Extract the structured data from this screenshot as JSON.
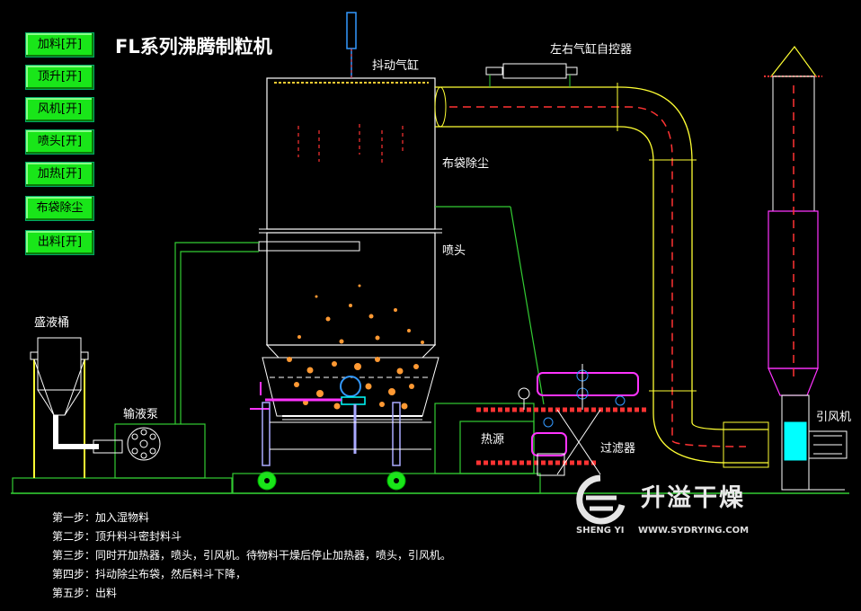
{
  "title": "FL系列沸腾制粒机",
  "controls": [
    {
      "label": "加料[开]"
    },
    {
      "label": "顶升[开]"
    },
    {
      "label": "风机[开]"
    },
    {
      "label": "喷头[开]"
    },
    {
      "label": "加热[开]"
    },
    {
      "label": "布袋除尘"
    },
    {
      "label": "出料[开]"
    }
  ],
  "labels": {
    "shake_cylinder": "抖动气缸",
    "lr_cylinder": "左右气缸自控器",
    "bag_filter": "布袋除尘",
    "nozzle": "喷头",
    "liquid_tank": "盛液桶",
    "pump": "输液泵",
    "heat_source": "热源",
    "filter": "过滤器",
    "fan": "引风机"
  },
  "steps": [
    "第一步：加入湿物料",
    "第二步：顶升料斗密封料斗",
    "第三步：同时开加热器，喷头，引风机。待物料干燥后停止加热器，喷头，引风机。",
    "第四步：抖动除尘布袋，然后料斗下降，",
    "第五步：出料"
  ],
  "brand": {
    "cn": "升溢干燥",
    "en": "SHENG YI",
    "url": "WWW.SYDRYING.COM"
  },
  "colors": {
    "outline": "#ffffff",
    "pipe_green": "#33cc33",
    "duct_yellow": "#ffff33",
    "flow_red": "#ff3333",
    "magenta": "#ff33ff",
    "button_green": "#19e619"
  }
}
